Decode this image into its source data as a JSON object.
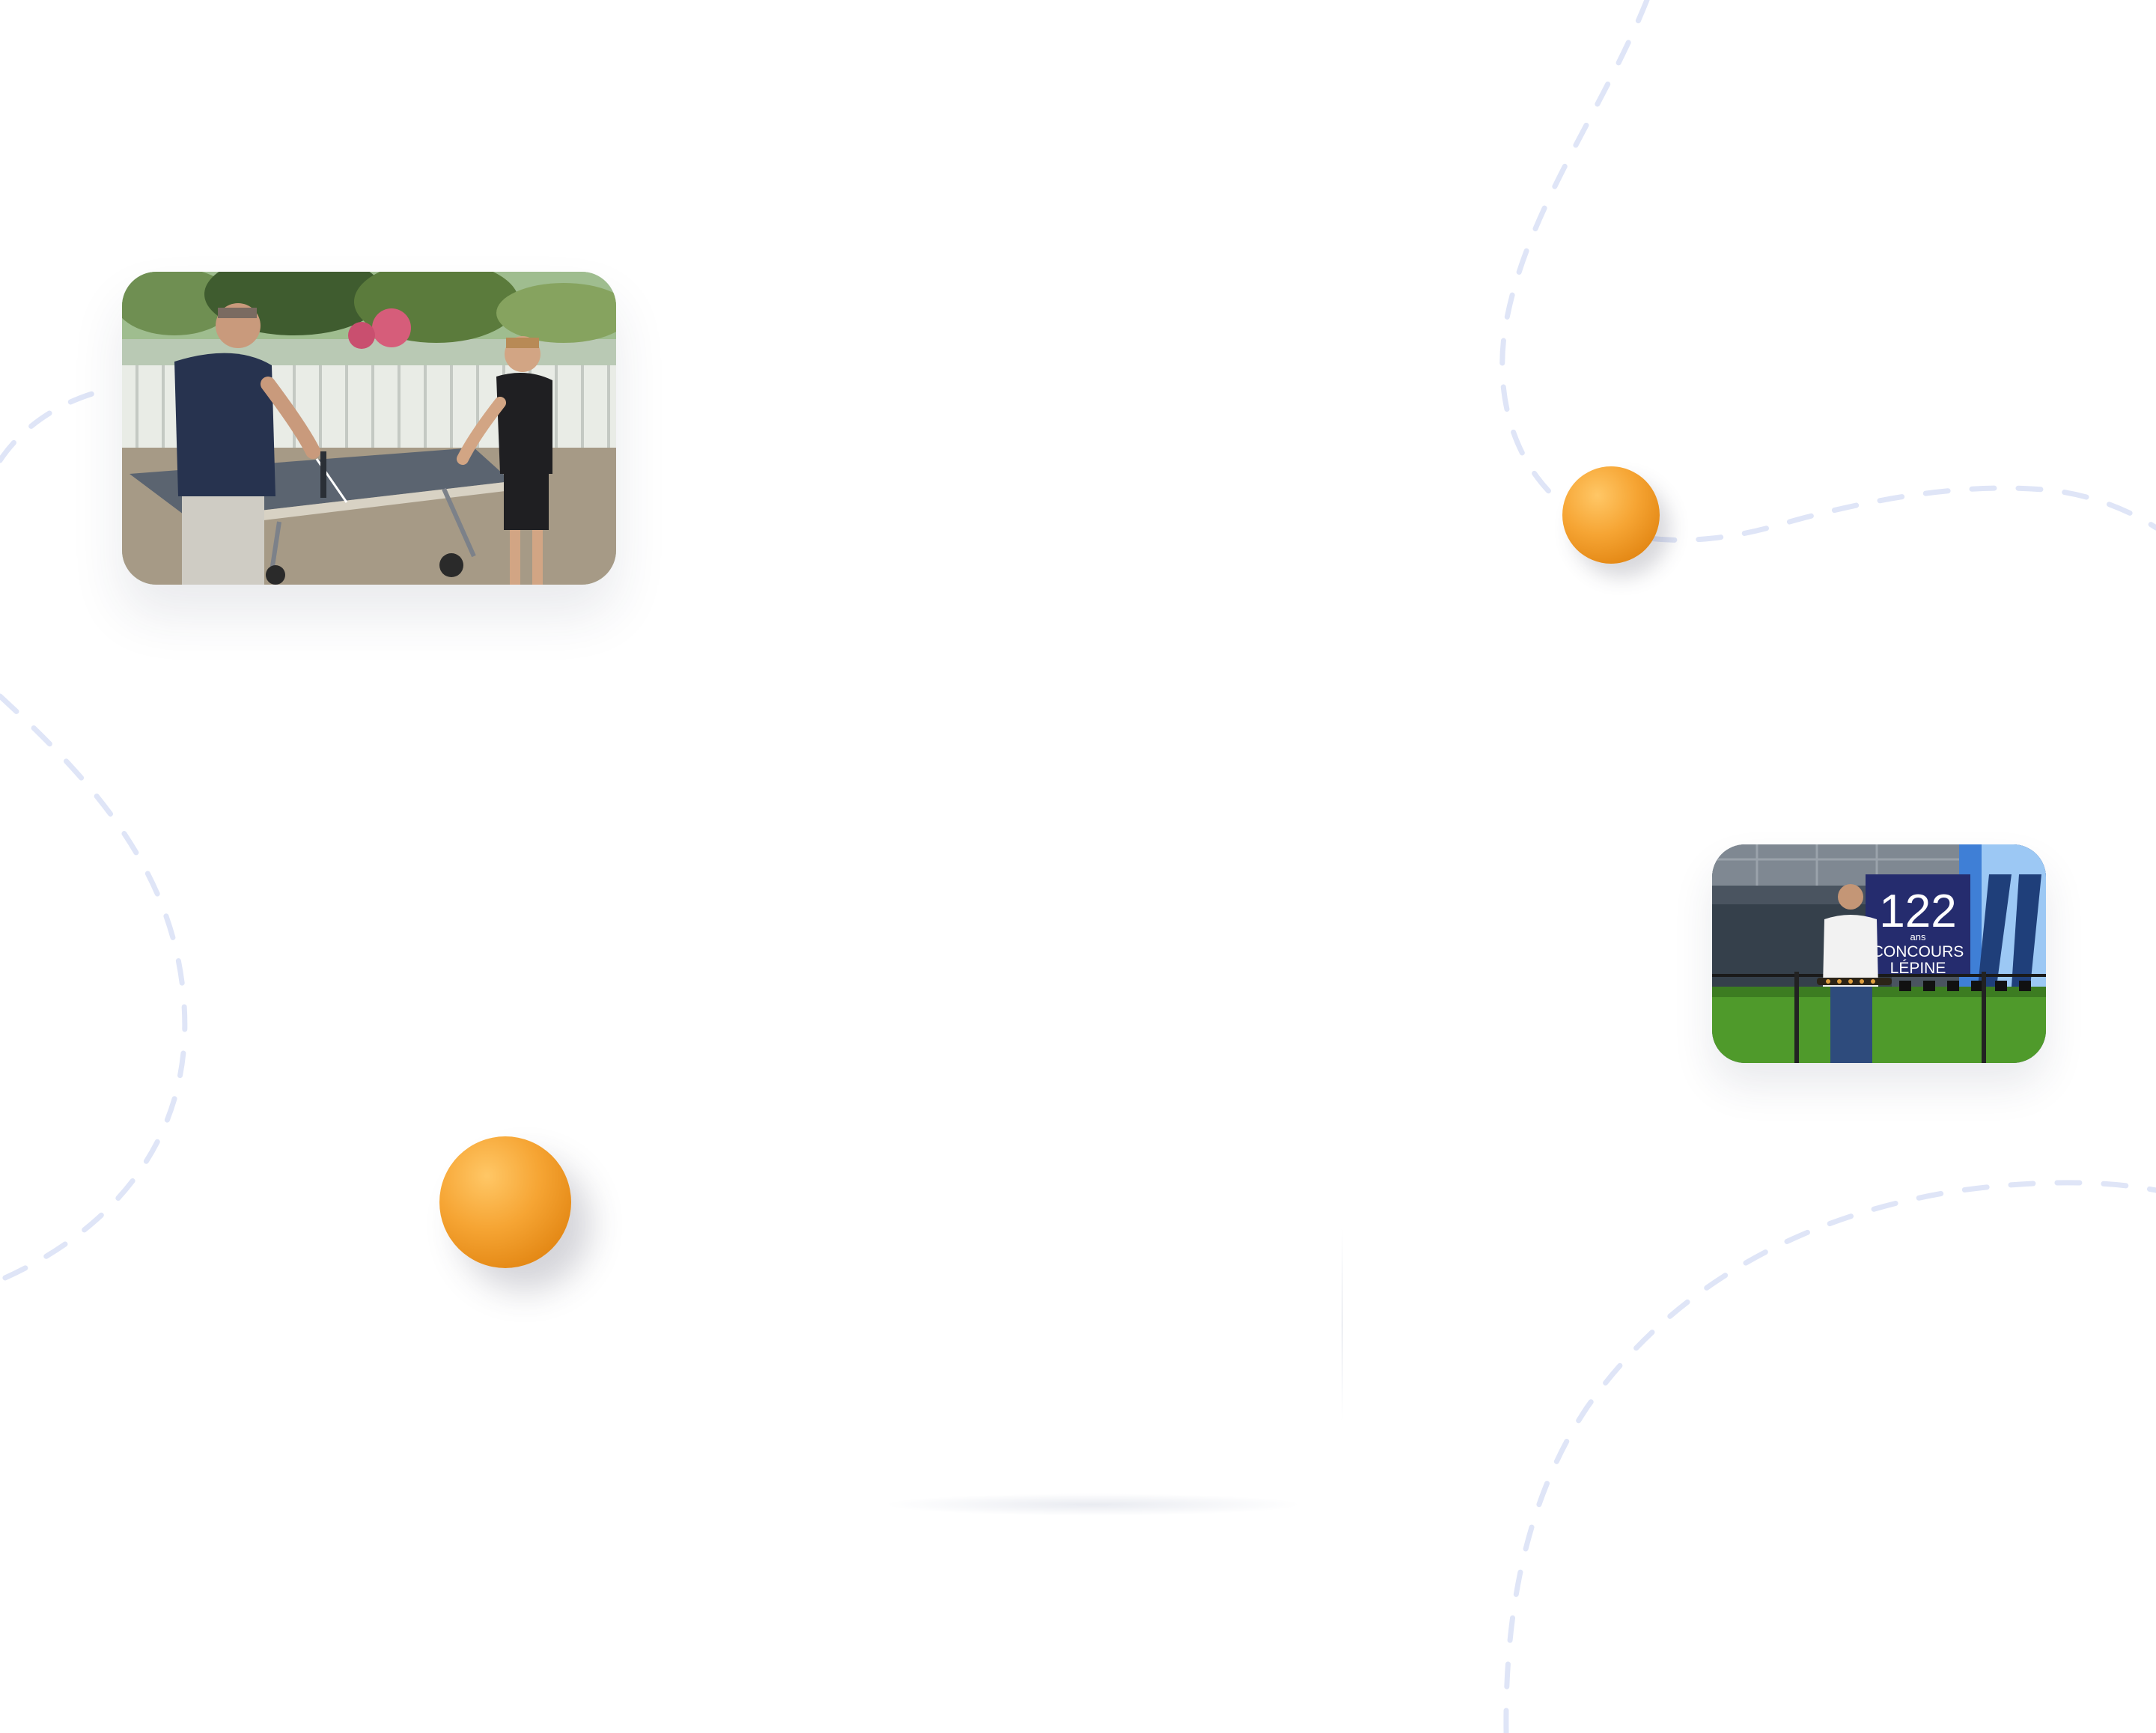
{
  "theme": {
    "background": "#ffffff",
    "path_color": "#dfe5f7",
    "ball_color": "#f6a534"
  },
  "photos": [
    {
      "id": "ping-pong-table",
      "description_icon": "photo-icon"
    },
    {
      "id": "concours-lepine-stand",
      "banner": {
        "number": "122",
        "unit": "ans",
        "line1": "CONCOURS",
        "line2": "LÉPINE"
      }
    }
  ]
}
